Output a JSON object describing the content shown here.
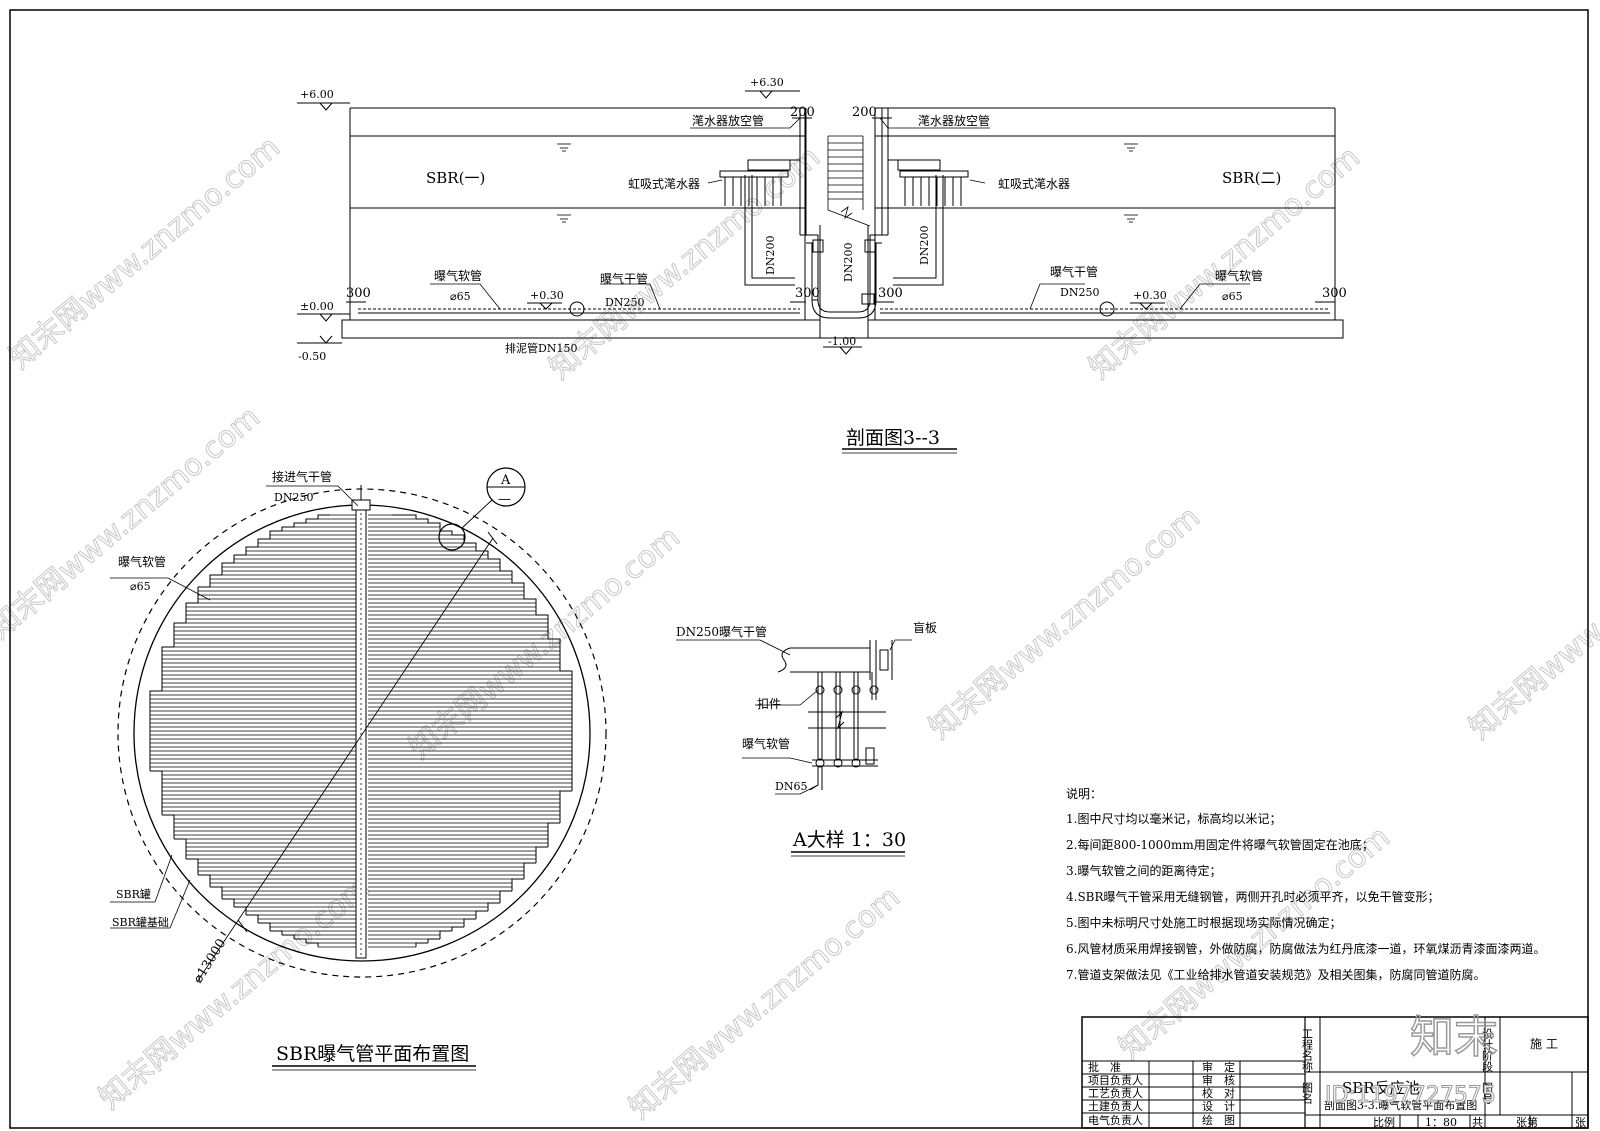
{
  "section": {
    "title": "剖面图3--3",
    "elevations": [
      "+6.00",
      "+6.30",
      "±0.00",
      "-0.50",
      "+0.30",
      "+0.30",
      "-1.00"
    ],
    "dims": [
      "200",
      "200",
      "300",
      "300",
      "300",
      "300"
    ],
    "left": {
      "tank": "SBR(一)",
      "decanter_vent": "滗水器放空管",
      "decanter": "虹吸式滗水器",
      "hose": "曝气软管",
      "hose_dia": "⌀65",
      "main": "曝气干管",
      "main_dn": "DN250",
      "sludge": "排泥管DN150"
    },
    "right": {
      "tank": "SBR(二)",
      "decanter_vent": "滗水器放空管",
      "decanter": "虹吸式滗水器",
      "hose": "曝气软管",
      "hose_dia": "⌀65",
      "main": "曝气干管",
      "main_dn": "DN250"
    },
    "pipe_dn": [
      "DN200",
      "DN200",
      "DN200"
    ]
  },
  "plan": {
    "title": "SBR曝气管平面布置图",
    "inlet": "接进气干管",
    "inlet_dn": "DN250",
    "hose": "曝气软管",
    "hose_dia": "⌀65",
    "tank": "SBR罐",
    "base": "SBR罐基础",
    "diameter": "⌀13000",
    "marker_top": "A",
    "marker_bottom": "—"
  },
  "detail": {
    "title": "A大样 1：30",
    "main": "DN250曝气干管",
    "blind": "盲板",
    "clip": "扣件",
    "hose": "曝气软管",
    "hose_dn": "DN65"
  },
  "notes": {
    "heading": "说明：",
    "items": [
      "1.图中尺寸均以毫米记，标高均以米记；",
      "2.每间距800-1000mm用固定件将曝气软管固定在池底；",
      "3.曝气软管之间的距离待定；",
      "4.SBR曝气干管采用无缝钢管，两侧开孔时必须平齐，以免干管变形；",
      "5.图中未标明尺寸处施工时根据现场实际情况确定；",
      "6.风管材质采用焊接钢管，外做防腐，防腐做法为红丹底漆一道，环氧煤沥青漆面漆两道。",
      "7.管道支架做法见《工业给排水管道安装规范》及相关图集，防腐同管道防腐。"
    ]
  },
  "titleblock": {
    "project_label": "工程名称",
    "stage_label": "设计阶段",
    "stage": "施 工",
    "drawing_label": "图名",
    "drawing_title": "SBR反应池",
    "drawing_sub": "剖面图3-3.曝气软管平面布置图",
    "no_label": "图号",
    "scale_label": "比例",
    "scale": "1：80",
    "total_label": "共",
    "sheet_label": "张第",
    "sheet_end": "张",
    "roles": [
      [
        "批　准",
        "审　定"
      ],
      [
        "项目负责人",
        "审　核"
      ],
      [
        "工艺负责人",
        "校　对"
      ],
      [
        "土建负责人",
        "设　计"
      ],
      [
        "电气负责人",
        "绘　图"
      ]
    ]
  },
  "brand": {
    "logo": "知末",
    "id": "ID:1197727575",
    "watermark": "知末网www.znzmo.com"
  }
}
